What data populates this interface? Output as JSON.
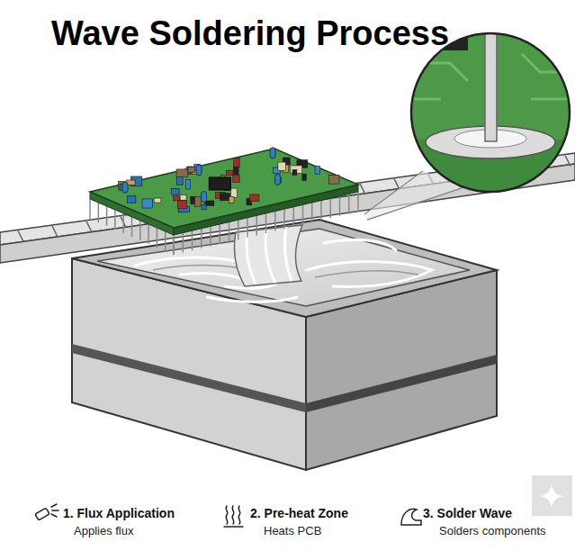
{
  "diagram": {
    "title": "Wave Soldering Process",
    "labels": [
      "1. Flux Application",
      "Applies flux",
      "2. Pre-heat Zone",
      "Heats PCB",
      "3. Solder Wave",
      "Solders components"
    ]
  }
}
